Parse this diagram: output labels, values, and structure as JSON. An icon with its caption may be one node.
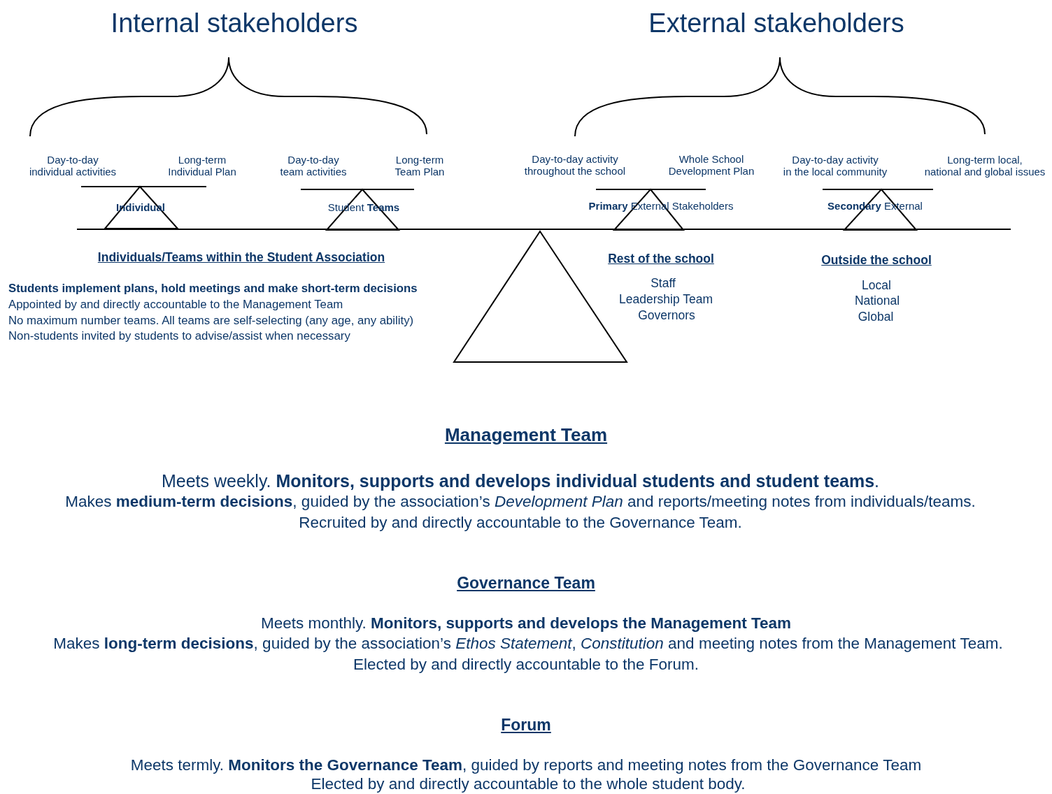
{
  "diagram": {
    "labels": [
      "Internal stakeholders",
      "External stakeholders",
      "Day-to-day individual activities",
      "Long-term Individual Plan",
      "Day-to-day team activities",
      "Long-term Team Plan",
      "Day-to-day activity throughout the school",
      "Whole School Development Plan",
      "Day-to-day activity in the local community",
      "Long-term local, national and global issues",
      "**Individual**",
      "Student **Teams**",
      "**Primary** External Stakeholders",
      "**Secondary** External",
      "Individuals/Teams within the Student Association",
      "Students implement plans, hold meetings and make short-term decisions",
      "Appointed by and directly accountable to the Management Team",
      "No maximum number teams. All teams are self-selecting (any age, any ability)",
      "Non-students invited by students to advise/assist when necessary",
      "Rest of the school",
      "Staff",
      "Leadership Team",
      "Governors",
      "Outside the school",
      "Local",
      "National",
      "Global",
      "Management Team",
      "Meets weekly. **Monitors, supports and develops individual students and student teams**.",
      "Makes **medium-term decisions**, guided by the association’s *Development Plan* and reports/meeting notes from individuals/teams.",
      "Recruited by and directly accountable to the Governance Team.",
      "Governance Team",
      "Meets monthly. **Monitors, supports and develops the Management Team**",
      "Makes **long-term decisions**, guided by the association’s *Ethos Statement*, *Constitution* and meeting notes from the Management Team.",
      "Elected by and directly accountable to the Forum.",
      "Forum",
      "Meets termly. **Monitors the Governance Team**, guided by reports and meeting notes from the Governance Team",
      "Elected by and directly accountable to the whole student body."
    ]
  }
}
